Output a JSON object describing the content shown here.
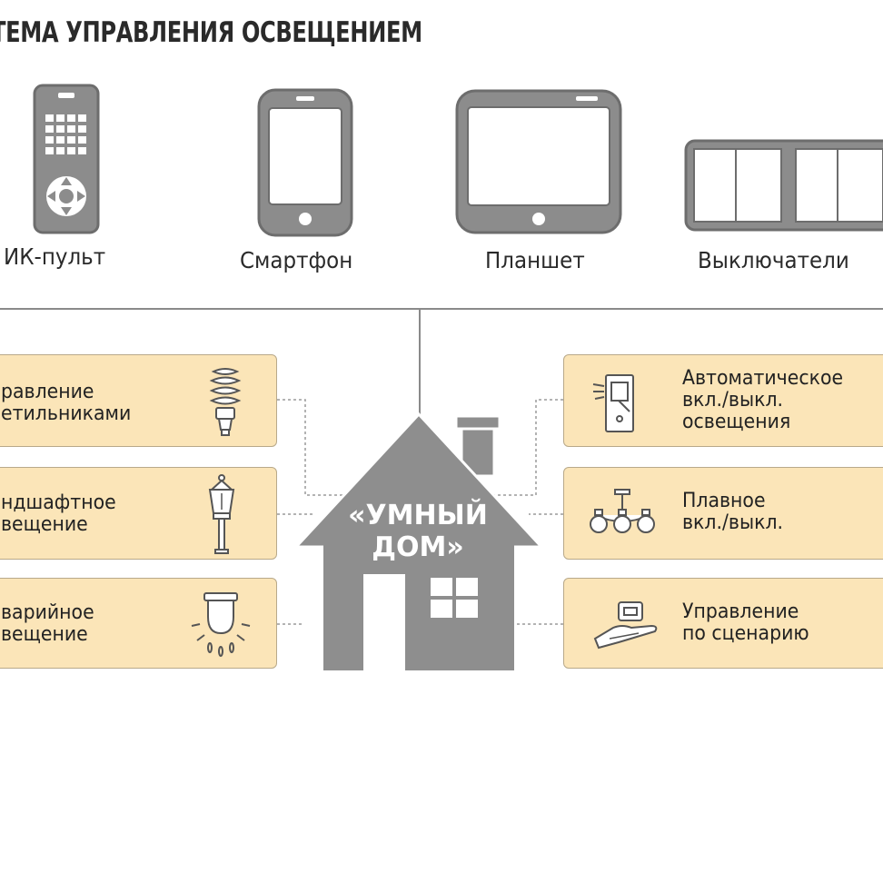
{
  "title": "ТЕМА УПРАВЛЕНИЯ ОСВЕЩЕНИЕМ",
  "devices": [
    {
      "label": "ИК-пульт",
      "icon": "remote-control-icon"
    },
    {
      "label": "Смартфон",
      "icon": "smartphone-icon"
    },
    {
      "label": "Планшет",
      "icon": "tablet-icon"
    },
    {
      "label": "Выключатели",
      "icon": "wall-switch-icon"
    }
  ],
  "house": {
    "line1": "«УМНЫЙ",
    "line2": "ДОМ»"
  },
  "left_cards": [
    {
      "line1": "равление",
      "line2": "етильниками",
      "icon": "energy-saving-bulb-icon"
    },
    {
      "line1": "ндшафтное",
      "line2": "вещение",
      "icon": "garden-lamp-icon"
    },
    {
      "line1": "варийное",
      "line2": "вещение",
      "icon": "emergency-light-icon"
    }
  ],
  "right_cards": [
    {
      "line1": "Автоматическое",
      "line2": "вкл./выкл.",
      "line3": "освещения",
      "icon": "motion-sensor-switch-icon"
    },
    {
      "line1": "Плавное",
      "line2": "вкл./выкл.",
      "icon": "chandelier-icon"
    },
    {
      "line1": "Управление",
      "line2": "по сценарию",
      "icon": "hand-control-icon"
    }
  ],
  "colors": {
    "device_gray": "#8c8c8c",
    "card_fill": "#fbe5b8",
    "card_border": "#b8a98a",
    "house_gray": "#8e8e8e",
    "line_gray": "#888888"
  }
}
